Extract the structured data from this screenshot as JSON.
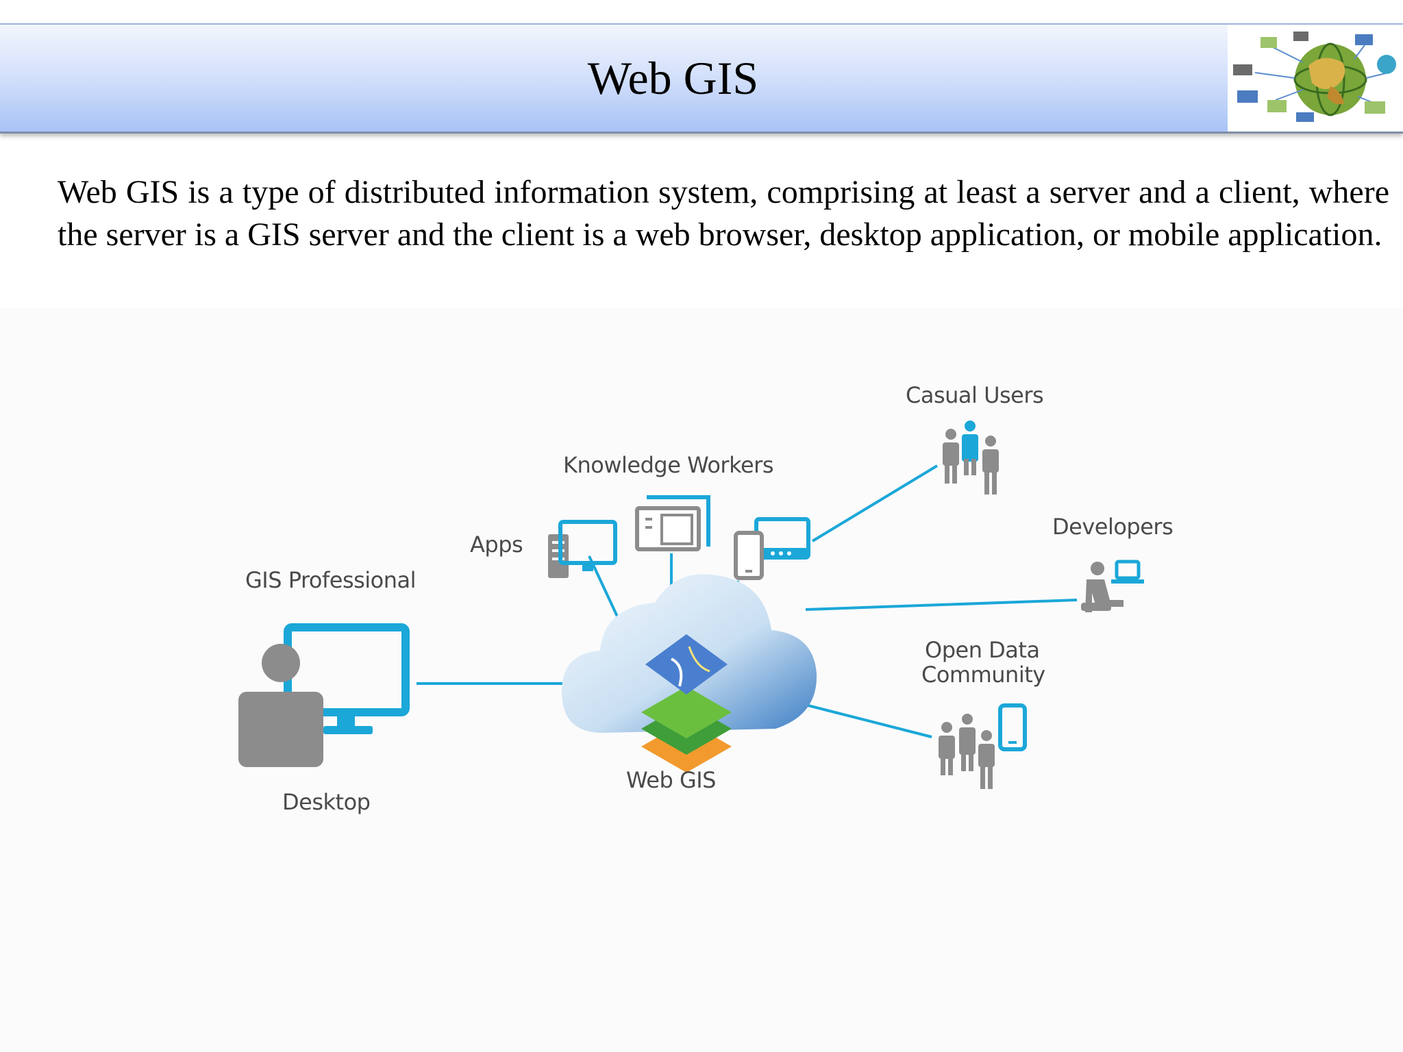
{
  "slide": {
    "title": "Web GIS",
    "intro": "Web GIS is a type of distributed information system, comprising at least a server and a client, where the server is a GIS server and the client is a web browser, desktop application, or mobile application."
  },
  "logo": {
    "icon": "globe-network-logo"
  },
  "diagram": {
    "center_label": "Web GIS",
    "labels": {
      "gis_professional": "GIS Professional",
      "desktop": "Desktop",
      "apps": "Apps",
      "knowledge_workers": "Knowledge Workers",
      "casual_users": "Casual Users",
      "developers": "Developers",
      "open_data_line1": "Open Data",
      "open_data_line2": "Community"
    },
    "colors": {
      "accent_blue": "#1ba7d8",
      "icon_gray": "#8c8c8c",
      "cloud_blue": "#3b7dc4",
      "layer_green": "#3f9e3a",
      "layer_orange": "#f29a2e"
    }
  }
}
